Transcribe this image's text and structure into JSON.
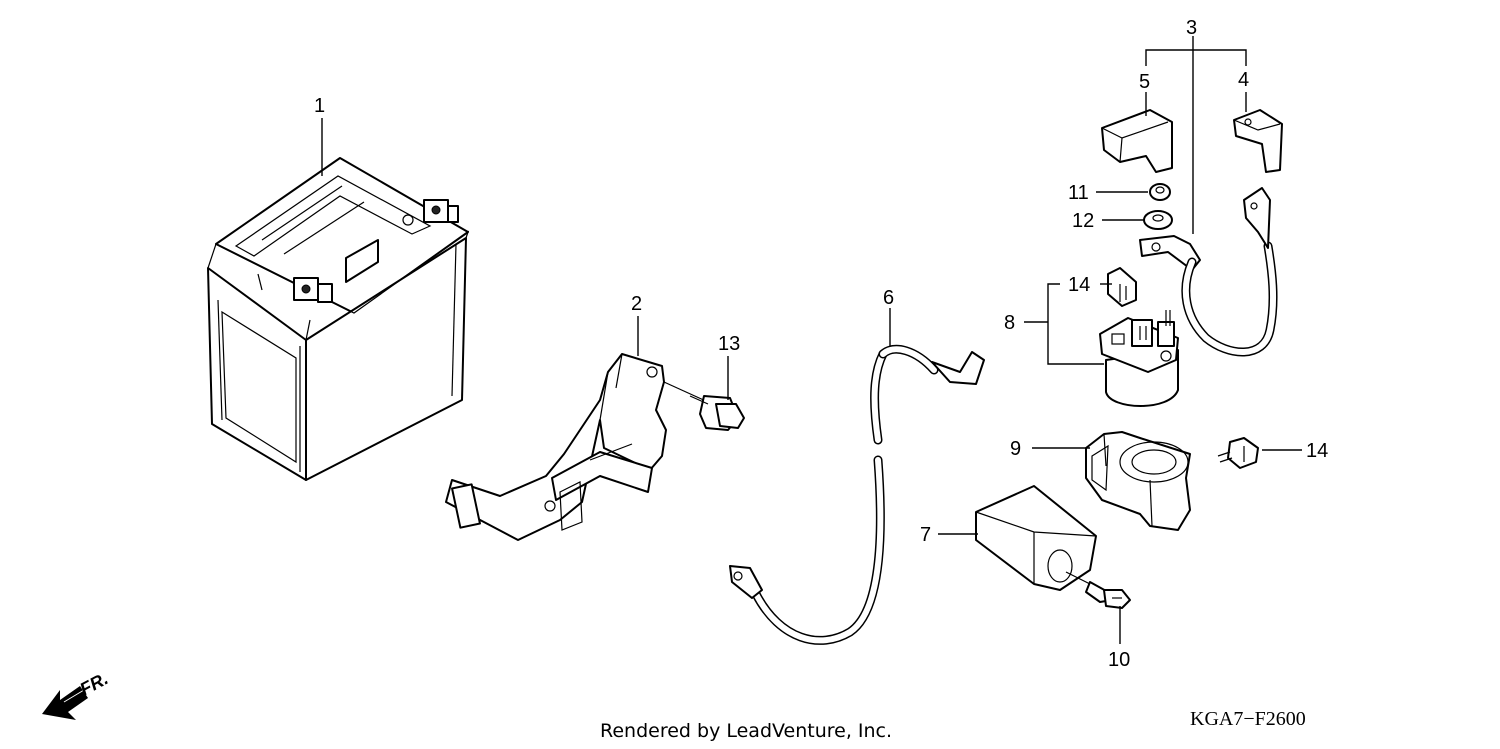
{
  "callouts": [
    {
      "id": "1",
      "text": "1"
    },
    {
      "id": "2",
      "text": "2"
    },
    {
      "id": "3",
      "text": "3"
    },
    {
      "id": "4",
      "text": "4"
    },
    {
      "id": "5",
      "text": "5"
    },
    {
      "id": "6",
      "text": "6"
    },
    {
      "id": "7",
      "text": "7"
    },
    {
      "id": "8",
      "text": "8"
    },
    {
      "id": "9",
      "text": "9"
    },
    {
      "id": "10",
      "text": "10"
    },
    {
      "id": "11",
      "text": "11"
    },
    {
      "id": "12",
      "text": "12"
    },
    {
      "id": "13",
      "text": "13"
    },
    {
      "id": "14a",
      "text": "14"
    },
    {
      "id": "14b",
      "text": "14"
    }
  ],
  "direction_marker": {
    "text": "FR.",
    "icon": "front-direction-arrow-icon"
  },
  "footer": {
    "credit": "Rendered by LeadVenture, Inc.",
    "diagram_code": "KGA7−F2600"
  },
  "colors": {
    "line": "#000000",
    "background": "#ffffff"
  }
}
